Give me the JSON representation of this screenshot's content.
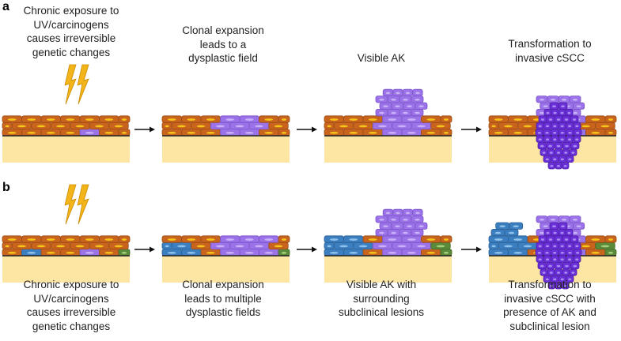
{
  "panels": [
    {
      "label": "a",
      "stages": [
        {
          "caption": "Chronic exposure to\nUV/carcinogens\ncauses irreversible\ngenetic changes"
        },
        {
          "caption": "Clonal expansion\nleads to a\ndysplastic field"
        },
        {
          "caption": "Visible AK"
        },
        {
          "caption": "Transformation to\ninvasive cSCC"
        }
      ]
    },
    {
      "label": "b",
      "stages": [
        {
          "caption": "Chronic exposure to\nUV/carcinogens\ncauses irreversible\ngenetic changes"
        },
        {
          "caption": "Clonal expansion\nleads to multiple\ndysplastic fields"
        },
        {
          "caption": "Visible AK with\nsurrounding\nsubclinical lesions"
        },
        {
          "caption": "Transformation to\ninvasive cSCC with\npresence of AK and\nsubclinical lesion"
        }
      ]
    }
  ],
  "colors": {
    "normal_cell": "#c8641e",
    "normal_nucleus": "#f5c518",
    "dysplastic_cell": "#9b72e8",
    "dysplastic_nucleus": "#c9b2f7",
    "invasive_cell": "#6a2fd6",
    "subclinical_blue": "#3b7fc0",
    "subclinical_green": "#5a8a3a",
    "dermis": "#fde5a4",
    "lightning": "#f3b51a"
  },
  "icons": [
    "lightning-bolt-icon",
    "arrow-right-icon"
  ]
}
